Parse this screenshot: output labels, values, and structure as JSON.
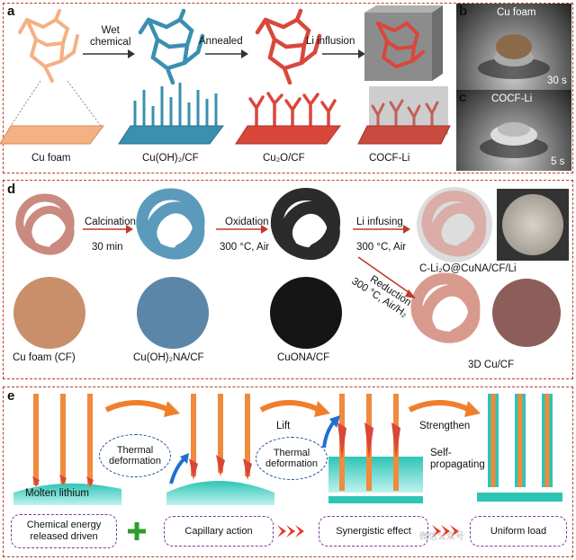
{
  "panel_a": {
    "label": "a",
    "arrows": [
      "Wet chemical",
      "Annealed",
      "Li influsion"
    ],
    "arrow_lines": [
      [
        "Wet",
        "chemical"
      ],
      [
        "Annealed"
      ],
      [
        "Li influsion"
      ]
    ],
    "stages": [
      "Cu foam",
      "Cu(OH)₂/CF",
      "Cu₂O/CF",
      "COCF-Li"
    ],
    "colors": {
      "cu": "#f4b183",
      "hydroxide": "#3b8fb0",
      "oxide": "#d9473b",
      "li": "#9a9a9a"
    }
  },
  "panel_b": {
    "label": "b",
    "title": "Cu foam",
    "time": "30 s"
  },
  "panel_c": {
    "label": "c",
    "title": "COCF-Li",
    "time": "5 s"
  },
  "panel_d": {
    "label": "d",
    "steps": [
      {
        "lines": [
          "Calcination",
          "30 min"
        ]
      },
      {
        "lines": [
          "Oxidation",
          "300 °C, Air"
        ]
      },
      {
        "lines": [
          "Li infusing",
          "300 °C, Air"
        ]
      }
    ],
    "reduction": {
      "lines": [
        "Reduction",
        "300 °C, Air/H₂"
      ]
    },
    "samples": [
      "Cu foam (CF)",
      "Cu(OH)₂NA/CF",
      "CuONA/CF"
    ],
    "products": [
      "C-Li₂O@CuNA/CF/Li",
      "3D Cu/CF"
    ]
  },
  "panel_e": {
    "label": "e",
    "molten": "Molten lithium",
    "ovals": [
      [
        "Thermal",
        "deformation"
      ],
      [
        "Thermal",
        "deformation"
      ]
    ],
    "lift": "Lift",
    "strengthen": "Strengthen",
    "self": [
      "Self-",
      "propagating"
    ],
    "boxes": [
      [
        "Chemical energy",
        "released driven"
      ],
      [
        "Capillary action"
      ],
      [
        "Synergistic effect"
      ],
      [
        "Uniform load"
      ]
    ],
    "plus": "+",
    "watermark": "微信公众号"
  }
}
